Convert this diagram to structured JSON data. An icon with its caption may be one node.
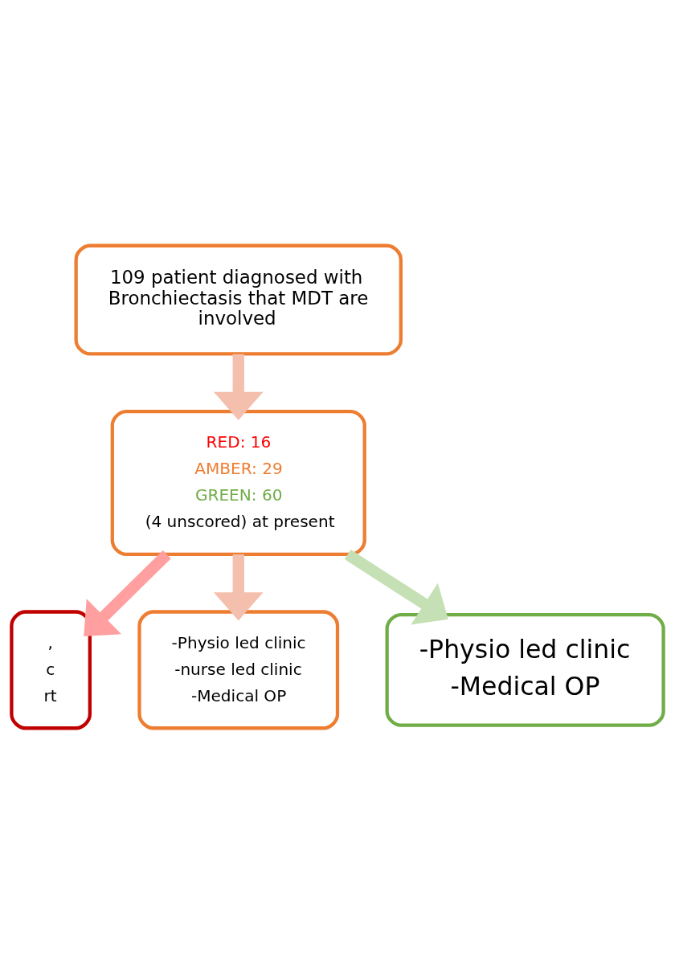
{
  "diagram": {
    "nodes": [
      {
        "text": [
          "109 patient diagnosed with Bronchiectasis that MDT are involved"
        ]
      },
      {
        "text": [
          "RED: 16",
          "AMBER: 29",
          "GREEN: 60",
          "(4 unscored) at present"
        ]
      },
      {
        "text": [
          ",",
          "c",
          "rt"
        ]
      },
      {
        "text": [
          "-Physio led clinic",
          "-nurse led clinic",
          "-Medical OP"
        ]
      },
      {
        "text": [
          "-Physio led clinic",
          "-Medical OP"
        ]
      }
    ],
    "edges": [
      {
        "from": 0,
        "to": 1,
        "arrow": "to"
      },
      {
        "from": 1,
        "to": 2,
        "arrow": "to",
        "color": "#ff9f9f"
      },
      {
        "from": 1,
        "to": 3,
        "arrow": "to"
      },
      {
        "from": 1,
        "to": 4,
        "arrow": "to",
        "color": "#c5e0b4"
      }
    ]
  }
}
